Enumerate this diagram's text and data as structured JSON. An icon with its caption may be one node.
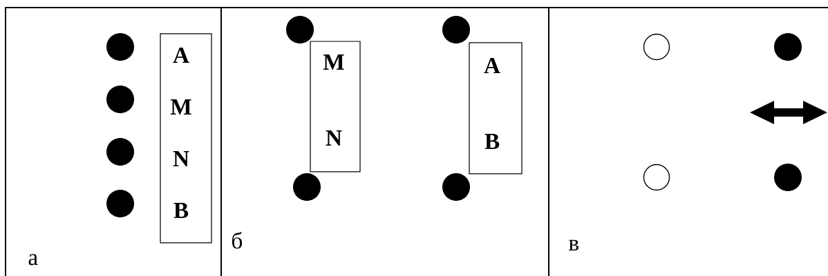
{
  "diagram": {
    "nodes": [
      {
        "text": [
          "а"
        ]
      },
      {
        "text": [
          "A",
          "M",
          "N",
          "B"
        ],
        "in": 0
      },
      {
        "text": [
          "б"
        ]
      },
      {
        "text": [
          "M",
          "N"
        ],
        "in": 2
      },
      {
        "text": [
          "A",
          "B"
        ],
        "in": 2
      },
      {
        "text": [
          "в"
        ]
      }
    ]
  }
}
